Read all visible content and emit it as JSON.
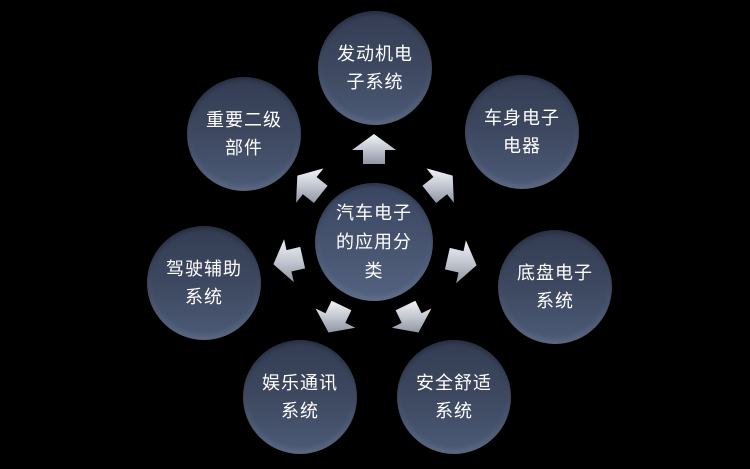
{
  "background_color": "#000000",
  "text_color": "#ffffff",
  "shape_colors": {
    "circle_gradient_top": "#333c52",
    "circle_gradient_bottom": "#4d5b77",
    "center_gradient_top": "#3a4560",
    "center_gradient_bottom": "#53627f",
    "arrow_gradient_top": "#f2f3f6",
    "arrow_gradient_bottom": "#8f96a3"
  },
  "center": {
    "label": "汽车电子的应用分类",
    "lines": [
      "汽车电子",
      "的应用分",
      "类"
    ]
  },
  "nodes": [
    {
      "label": "发动机电子系统",
      "lines": [
        "发动机电",
        "子系统"
      ],
      "position": "top"
    },
    {
      "label": "车身电子电器",
      "lines": [
        "车身电子",
        "电器"
      ],
      "position": "top-right"
    },
    {
      "label": "底盘电子系统",
      "lines": [
        "底盘电子",
        "系统"
      ],
      "position": "right"
    },
    {
      "label": "安全舒适系统",
      "lines": [
        "安全舒适",
        "系统"
      ],
      "position": "bottom-right"
    },
    {
      "label": "娱乐通讯系统",
      "lines": [
        "娱乐通讯",
        "系统"
      ],
      "position": "bottom-left"
    },
    {
      "label": "驾驶辅助系统",
      "lines": [
        "驾驶辅助",
        "系统"
      ],
      "position": "left"
    },
    {
      "label": "重要二级部件",
      "lines": [
        "重要二级",
        "部件"
      ],
      "position": "top-left"
    }
  ]
}
